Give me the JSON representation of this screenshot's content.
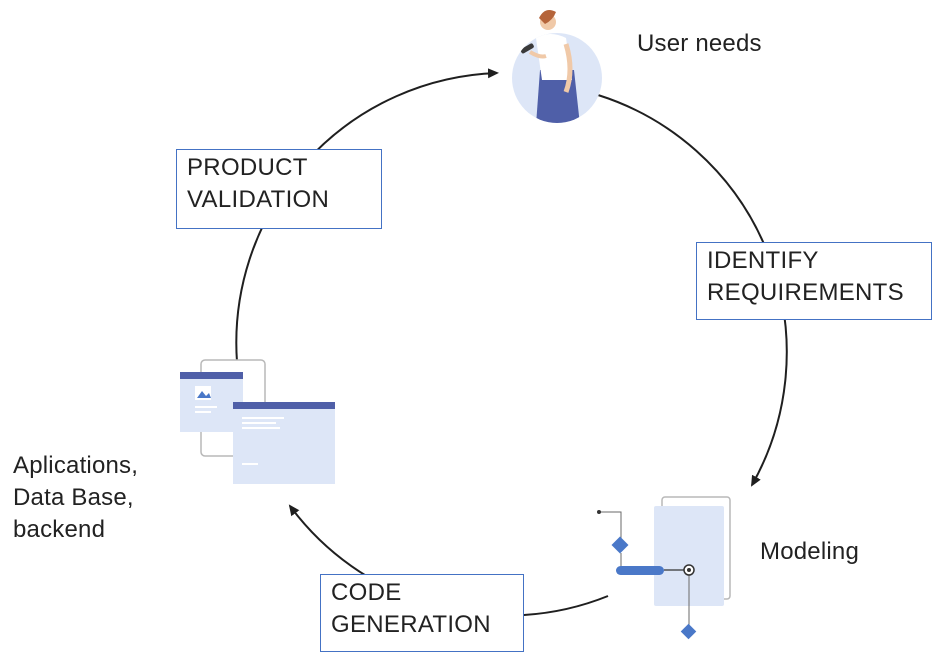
{
  "nodes": {
    "user_needs": {
      "label": "User needs"
    },
    "modeling": {
      "label": "Modeling"
    },
    "applications": {
      "lines": [
        "Aplications,",
        "Data Base,",
        "backend"
      ]
    }
  },
  "steps": {
    "identify_requirements": {
      "lines": [
        "IDENTIFY",
        "REQUIREMENTS"
      ]
    },
    "code_generation": {
      "lines": [
        "CODE",
        "GENERATION"
      ]
    },
    "product_validation": {
      "lines": [
        "PRODUCT",
        "VALIDATION"
      ]
    }
  },
  "icons": {
    "user": "person-with-phone-icon",
    "modeling": "modeling-diagram-icon",
    "applications": "application-windows-icon"
  },
  "colors": {
    "arc": "#1f1f1f",
    "box_border": "#4472c4",
    "accent": "#4f5fa8",
    "accent_light": "#dde6f7",
    "diamond": "#4a78c8"
  }
}
